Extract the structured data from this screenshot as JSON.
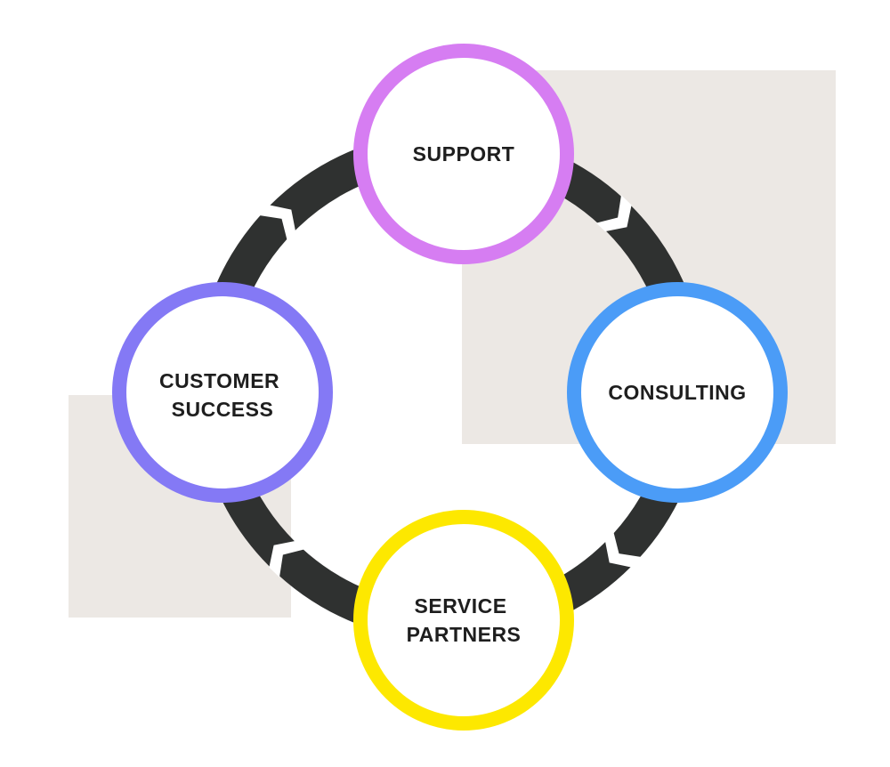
{
  "colors": {
    "background_square": "#ece8e4",
    "ring": "#2f3130",
    "text": "#1e1e1e"
  },
  "nodes": [
    {
      "id": "support",
      "lines": [
        "SUPPORT"
      ],
      "color": "#d67df2"
    },
    {
      "id": "consulting",
      "lines": [
        "CONSULTING"
      ],
      "color": "#4b9cf7"
    },
    {
      "id": "service-partners",
      "lines": [
        "SERVICE",
        "PARTNERS"
      ],
      "color": "#fde800"
    },
    {
      "id": "customer-success",
      "lines": [
        "CUSTOMER",
        "SUCCESS"
      ],
      "color": "#8479f5"
    }
  ],
  "flow_direction": "clockwise",
  "arrows": [
    {
      "from": "support",
      "to": "consulting"
    },
    {
      "from": "consulting",
      "to": "service-partners"
    },
    {
      "from": "service-partners",
      "to": "customer-success"
    },
    {
      "from": "customer-success",
      "to": "support"
    }
  ]
}
